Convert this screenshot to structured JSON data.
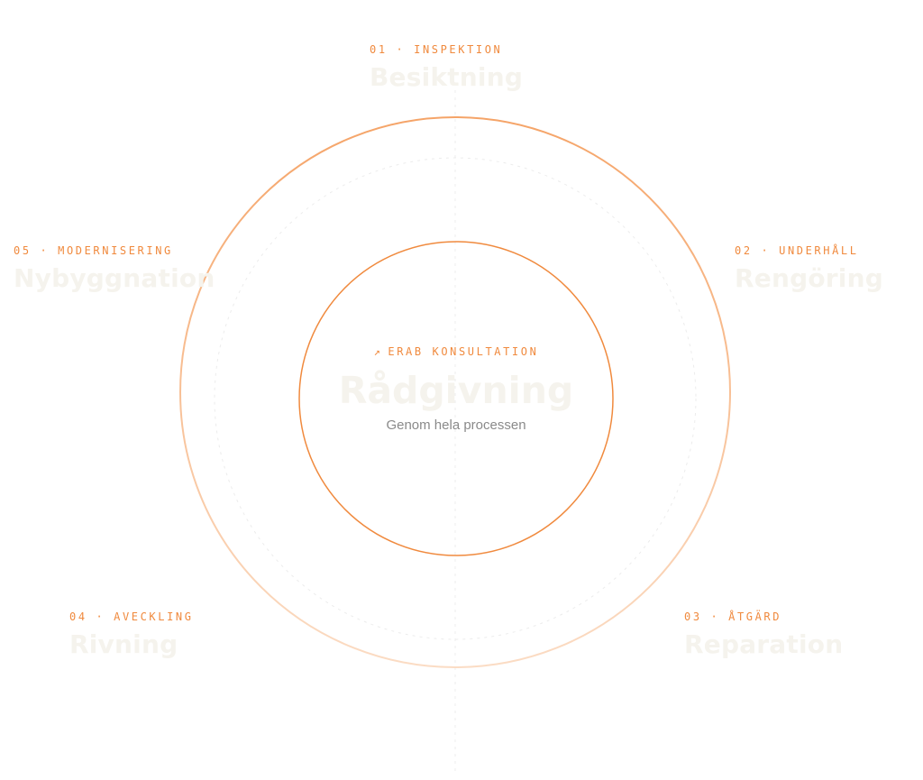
{
  "colors": {
    "accent": "#f08a3e",
    "ring_outer_top": "#f5a468",
    "ring_outer_bottom": "#fbdcc4",
    "ring_inner": "#f08a3e",
    "guide": "#ececec",
    "title_faint": "#f5f3ed",
    "subtitle": "#8a8a8a"
  },
  "steps": [
    {
      "eyebrow": "01 · INSPEKTION",
      "title": "Besiktning"
    },
    {
      "eyebrow": "02 · UNDERHÅLL",
      "title": "Rengöring"
    },
    {
      "eyebrow": "03 · ÅTGÄRD",
      "title": "Reparation"
    },
    {
      "eyebrow": "04 · AVECKLING",
      "title": "Rivning"
    },
    {
      "eyebrow": "05 · MODERNISERING",
      "title": "Nybyggnation"
    }
  ],
  "center": {
    "arrow_icon": "↗",
    "eyebrow": "ERAB KONSULTATION",
    "title": "Rådgivning",
    "subtitle": "Genom hela processen"
  }
}
